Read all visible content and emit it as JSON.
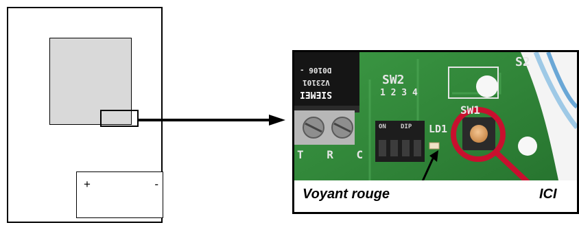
{
  "schematic": {
    "battery": {
      "plus": "+",
      "minus": "-"
    }
  },
  "photo": {
    "silkscreen": {
      "chip_lines": [
        "D0106 -",
        "V23101",
        "SIEMEI"
      ],
      "sw2": "SW2",
      "sw2_numbers": "1 2 3 4",
      "dip_on": "ON",
      "dip_dip": "DIP",
      "ld1": "LD1",
      "sw1": "SW1",
      "s2": "S2",
      "terminals": "T R C"
    },
    "colors": {
      "board": "#2f8a38",
      "highlight_circle": "#c8102e",
      "button": "#e3a56b"
    }
  },
  "annotations": {
    "led_label": "Voyant rouge",
    "button_label": "ICI"
  }
}
